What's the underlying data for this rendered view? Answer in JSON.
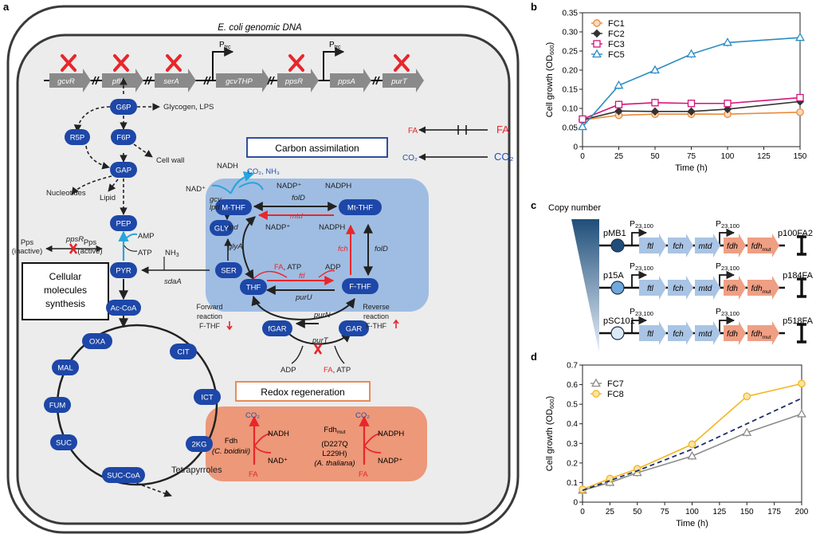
{
  "panel_labels": {
    "a": "a",
    "b": "b",
    "c": "c",
    "d": "d"
  },
  "cell": {
    "genome_title": "E. coli genomic DNA",
    "genes": [
      {
        "name": "gcvR",
        "deleted": true
      },
      {
        "name": "pflB",
        "deleted": true
      },
      {
        "name": "serA",
        "deleted": true
      },
      {
        "name": "gcvTHP",
        "deleted": false
      },
      {
        "name": "ppsR",
        "deleted": true
      },
      {
        "name": "ppsA",
        "deleted": false
      },
      {
        "name": "purT",
        "deleted": true
      }
    ],
    "promoters": [
      {
        "label": "P",
        "sub": "trc"
      },
      {
        "label": "P",
        "sub": "trc"
      }
    ],
    "fa_outer": "FA",
    "fa_inner": "FA",
    "co2_outer": "CO₂",
    "co2_inner": "CO₂",
    "carbon_box": "Carbon assimilation",
    "redox_box": "Redox regeneration",
    "cellular_box": [
      "Cellular",
      "molecules",
      "synthesis"
    ],
    "metabolites": {
      "g6p": "G6P",
      "f6p": "F6P",
      "r5p": "R5P",
      "gap": "GAP",
      "pep": "PEP",
      "pyr": "PYR",
      "accoa": "Ac-CoA",
      "oxa": "OXA",
      "cit": "CIT",
      "mal": "MAL",
      "ict": "ICT",
      "fum": "FUM",
      "suc": "SUC",
      "twokg": "2KG",
      "succoa": "SUC-CoA",
      "mthf": "M-THF",
      "mtthf": "Mt-THF",
      "gly": "GLY",
      "ser": "SER",
      "thf": "THF",
      "fthf": "F-THF",
      "fgar": "fGAR",
      "gar": "GAR"
    },
    "labels": {
      "glycogen": "Glycogen, LPS",
      "cellwall": "Cell wall",
      "nucleotides": "Nucleotides",
      "lipid": "Lipid",
      "tetrapyrroles": "Tetrapyrroles",
      "amp": "AMP",
      "atp": "ATP",
      "pps_inactive": [
        "Pps",
        "(inactive)"
      ],
      "pps_active": [
        "Pps",
        "(active)"
      ],
      "ppsR": "ppsR",
      "nh3": "NH",
      "nh3_sub": "3",
      "sdaA": "sdaA",
      "nadh": "NADH",
      "co2nh3": "CO₂, NH₃",
      "nadplus": "NAD⁺",
      "gcv": "gcv",
      "lpd": "lpd",
      "nadp_top": "NADP⁺",
      "nadph_top": "NADPH",
      "folD_top": "folD",
      "mtd": "mtd",
      "nadp_bot": "NADP⁺",
      "nadph_bot": "NADPH",
      "lpd2": "lpd",
      "glyA": "glyA",
      "fch": "fch",
      "folD_right": "folD",
      "fa_atp": ", ATP",
      "fa_red": "FA",
      "adp": "ADP",
      "ftl": "ftl",
      "purU": "purU",
      "forward": [
        "Forward",
        "reaction",
        "F-THF"
      ],
      "reverse": [
        "Reverse",
        "reaction",
        "F-THF"
      ],
      "purN": "purN",
      "purT": "purT",
      "adp2": "ADP",
      "fa2": "FA",
      "atp2": ", ATP"
    },
    "redox": {
      "co2_left": "CO₂",
      "nadh": "NADH",
      "fdh": "Fdh",
      "cboidinii": "(C. boidinii)",
      "nadplus": "NAD⁺",
      "fa_left": "FA",
      "co2_right": "CO₂",
      "nadph": "NADPH",
      "fdhmut": "Fdh",
      "fdhmut_sub": "mut",
      "mut1": "(D227Q",
      "mut2": "L229H)",
      "athaliana": "(A. thaliana)",
      "nadpplus": "NADP⁺",
      "fa_right": "FA"
    }
  },
  "panel_c": {
    "copy_number": "Copy number",
    "constructs": [
      {
        "origin": "pMB1",
        "name": "p100FA2",
        "origin_color": "#1f4e79"
      },
      {
        "origin": "p15A",
        "name": "p184FA",
        "origin_color": "#6fa8dc"
      },
      {
        "origin": "pSC101",
        "name": "p518FA",
        "origin_color": "#dceaf7"
      }
    ],
    "promoter": "P",
    "promoter_sub": "23,100",
    "genes": [
      "ftl",
      "fch",
      "mtd",
      "fdh",
      "fdh"
    ],
    "fdhmut_sub": "mut"
  },
  "chart_data": [
    {
      "type": "line",
      "title": "",
      "xlabel": "Time (h)",
      "ylabel": "Cell growth (OD600)",
      "xlim": [
        0,
        150
      ],
      "ylim": [
        0,
        0.35
      ],
      "xticks": [
        0,
        25,
        50,
        75,
        100,
        125,
        150
      ],
      "yticks": [
        0,
        0.05,
        0.1,
        0.15,
        0.2,
        0.25,
        0.3,
        0.35
      ],
      "legend": "top-left",
      "series": [
        {
          "name": "FC1",
          "color": "#e98b3a",
          "marker": "circle",
          "x": [
            0,
            25,
            50,
            75,
            100,
            150
          ],
          "y": [
            0.07,
            0.082,
            0.085,
            0.085,
            0.085,
            0.09
          ]
        },
        {
          "name": "FC2",
          "color": "#333333",
          "marker": "diamond",
          "x": [
            0,
            25,
            50,
            75,
            100,
            150
          ],
          "y": [
            0.07,
            0.093,
            0.092,
            0.092,
            0.098,
            0.118
          ]
        },
        {
          "name": "FC3",
          "color": "#d6127a",
          "marker": "square",
          "x": [
            0,
            25,
            50,
            75,
            100,
            150
          ],
          "y": [
            0.072,
            0.11,
            0.115,
            0.113,
            0.113,
            0.128
          ]
        },
        {
          "name": "FC5",
          "color": "#2b8cc4",
          "marker": "triangle",
          "x": [
            0,
            25,
            50,
            75,
            100,
            150
          ],
          "y": [
            0.052,
            0.16,
            0.2,
            0.242,
            0.272,
            0.285
          ]
        }
      ]
    },
    {
      "type": "line",
      "title": "",
      "xlabel": "Time (h)",
      "ylabel": "Cell growth (OD600)",
      "xlim": [
        0,
        200
      ],
      "ylim": [
        0,
        0.7
      ],
      "xticks": [
        0,
        25,
        50,
        75,
        100,
        125,
        150,
        175,
        200
      ],
      "yticks": [
        0,
        0.1,
        0.2,
        0.3,
        0.4,
        0.5,
        0.6,
        0.7
      ],
      "legend": "top-left",
      "series": [
        {
          "name": "FC7",
          "color": "#8c8c8c",
          "marker": "triangle",
          "x": [
            0,
            25,
            50,
            100,
            150,
            200
          ],
          "y": [
            0.06,
            0.1,
            0.15,
            0.235,
            0.355,
            0.45
          ]
        },
        {
          "name": "FC8",
          "color": "#f2b61f",
          "marker": "circle",
          "x": [
            0,
            25,
            50,
            100,
            150,
            200
          ],
          "y": [
            0.065,
            0.12,
            0.17,
            0.295,
            0.54,
            0.605
          ]
        },
        {
          "name": "",
          "color": "#1f2f6b",
          "marker": "none",
          "dashed": true,
          "x": [
            0,
            25,
            50,
            100,
            150,
            200
          ],
          "y": [
            0.06,
            0.11,
            0.16,
            0.27,
            0.4,
            0.53
          ]
        }
      ]
    }
  ],
  "plot_text": {
    "od_prefix": "Cell growth (OD",
    "od_sub": "600",
    "od_suffix": ")",
    "time": "Time (h)"
  }
}
